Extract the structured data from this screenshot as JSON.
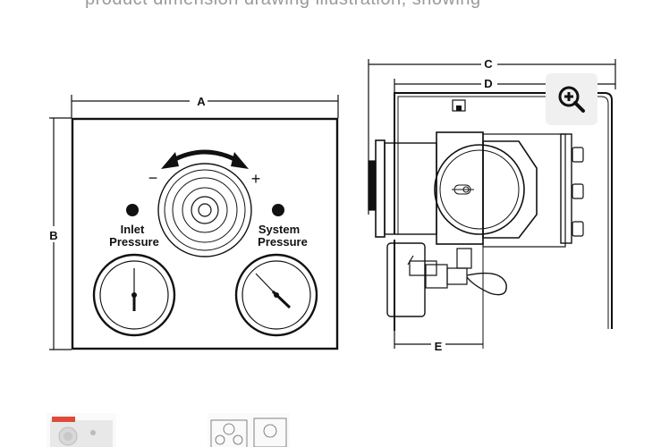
{
  "header_text": "product dimension drawing illustration, showing",
  "dimensions": {
    "A": "A",
    "B": "B",
    "C": "C",
    "D": "D",
    "E": "E"
  },
  "front_view": {
    "minus_sign": "−",
    "plus_sign": "+",
    "inlet_label_line1": "Inlet",
    "inlet_label_line2": "Pressure",
    "system_label_line1": "System",
    "system_label_line2": "Pressure"
  },
  "icons": {
    "zoom": "zoom-in-icon"
  },
  "colors": {
    "line": "#111111",
    "zoom_bg": "#f0f0f0",
    "thumb_accent": "#e04a3a"
  }
}
